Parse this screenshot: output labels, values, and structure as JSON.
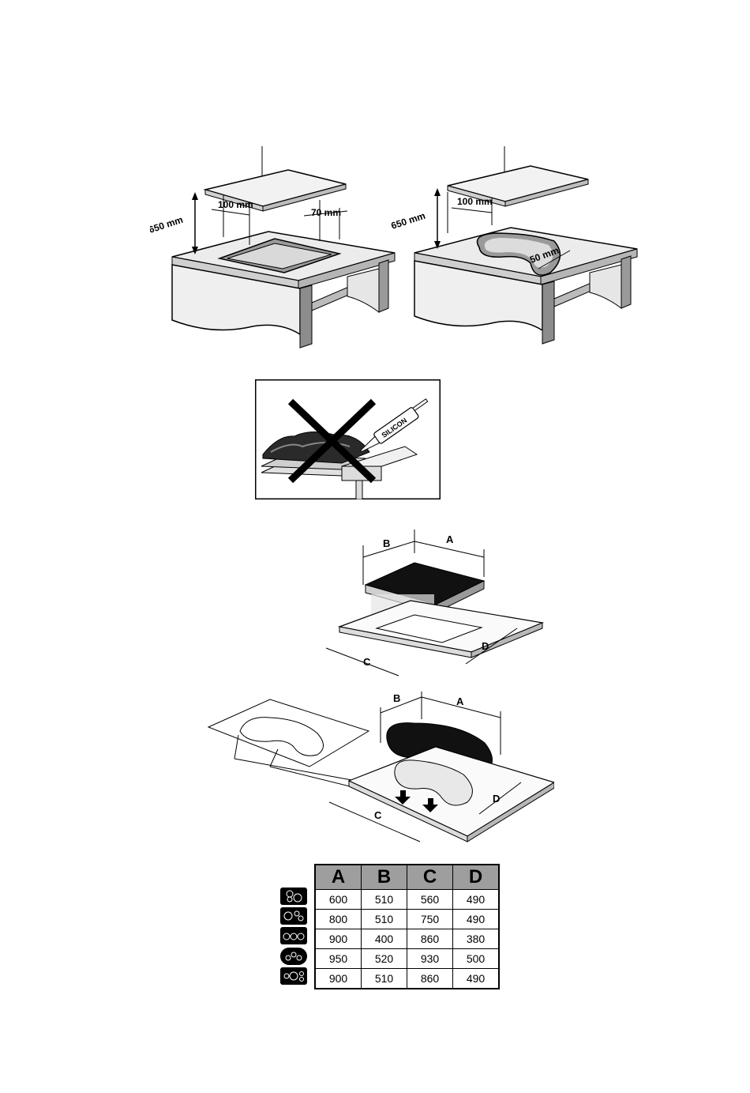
{
  "figure1": {
    "left": {
      "height_label": "650 mm",
      "front_label": "100 mm",
      "side_label": "70 mm"
    },
    "right": {
      "height_label": "650 mm",
      "front_label": "100 mm",
      "edge_label": "50 mm"
    }
  },
  "figure2": {
    "gun_label": "SILICON"
  },
  "figure3": {
    "label_a": "A",
    "label_b": "B",
    "label_c": "C",
    "label_d": "D"
  },
  "figure4": {
    "label_a": "A",
    "label_b": "B",
    "label_c": "C",
    "label_d": "D"
  },
  "table": {
    "headers": [
      "A",
      "B",
      "C",
      "D"
    ],
    "rows": [
      {
        "icon": "square-four-zone-hob-icon",
        "values": [
          "600",
          "510",
          "560",
          "490"
        ]
      },
      {
        "icon": "rect-four-zone-hob-icon",
        "values": [
          "800",
          "510",
          "750",
          "490"
        ]
      },
      {
        "icon": "wide-five-zone-hob-icon",
        "values": [
          "900",
          "400",
          "860",
          "380"
        ]
      },
      {
        "icon": "kidney-shaped-hob-icon",
        "values": [
          "950",
          "520",
          "930",
          "500"
        ]
      },
      {
        "icon": "wide-mixed-zone-hob-icon",
        "values": [
          "900",
          "510",
          "860",
          "490"
        ]
      }
    ]
  }
}
